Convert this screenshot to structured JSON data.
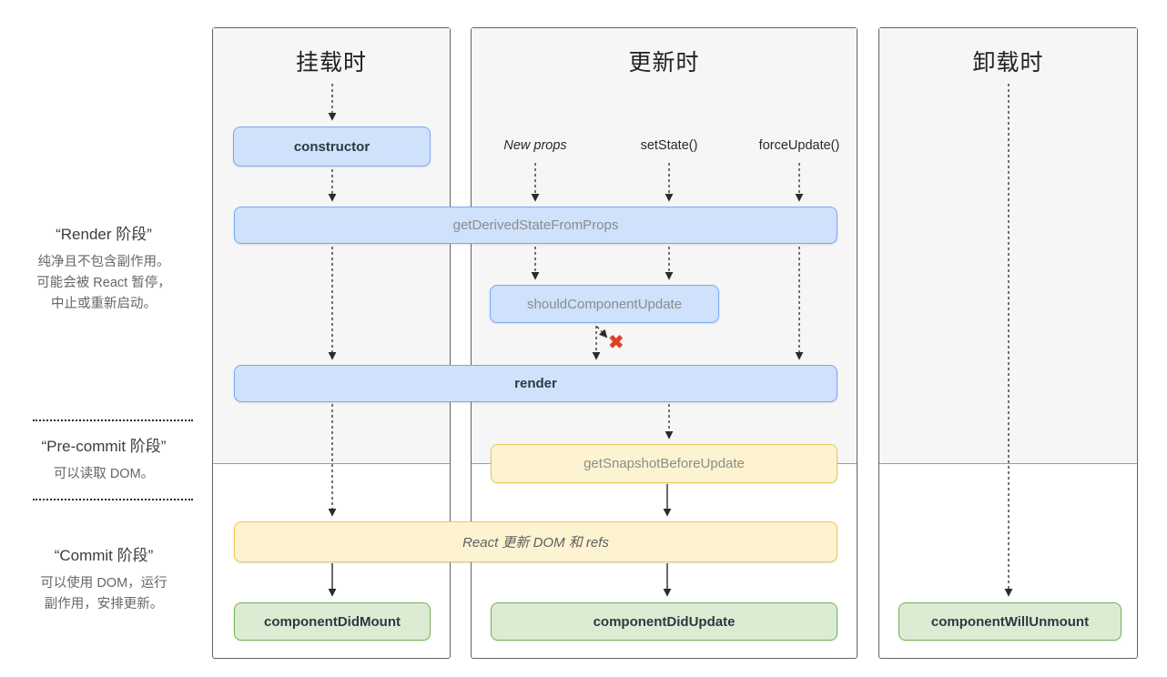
{
  "sidebar": {
    "render_phase": {
      "title": "“Render 阶段”",
      "lines": [
        "纯净且不包含副作用。",
        "可能会被 React 暂停，",
        "中止或重新启动。"
      ]
    },
    "pre_commit_phase": {
      "title": "“Pre-commit 阶段”",
      "lines": [
        "可以读取 DOM。"
      ]
    },
    "commit_phase": {
      "title": "“Commit 阶段”",
      "lines": [
        "可以使用 DOM，运行",
        "副作用，安排更新。"
      ]
    }
  },
  "columns": {
    "mounting": {
      "title": "挂载时"
    },
    "updating": {
      "title": "更新时",
      "triggers": [
        "New props",
        "setState()",
        "forceUpdate()"
      ]
    },
    "unmounting": {
      "title": "卸载时"
    }
  },
  "boxes": {
    "ctor": "constructor",
    "get_derived_state_from_props": "getDerivedStateFromProps",
    "should_component_update": "shouldComponentUpdate",
    "render": "render",
    "get_snapshot_before_update": "getSnapshotBeforeUpdate",
    "react_updates_dom": "React 更新 DOM 和 refs",
    "component_did_mount": "componentDidMount",
    "component_did_update": "componentDidUpdate",
    "component_will_unmount": "componentWillUnmount"
  },
  "icons": {
    "skip_update_x": "✖"
  },
  "colors": {
    "blue_fill": "#cfe1fb",
    "blue_border": "#7aa8f2",
    "yellow_fill": "#fdf3d0",
    "yellow_border": "#eec558",
    "green_fill": "#dcecd3",
    "green_border": "#74b25a",
    "phase_shade": "#f6f6f6",
    "divider": "#9aa0a6",
    "x_red": "#e0401f"
  }
}
